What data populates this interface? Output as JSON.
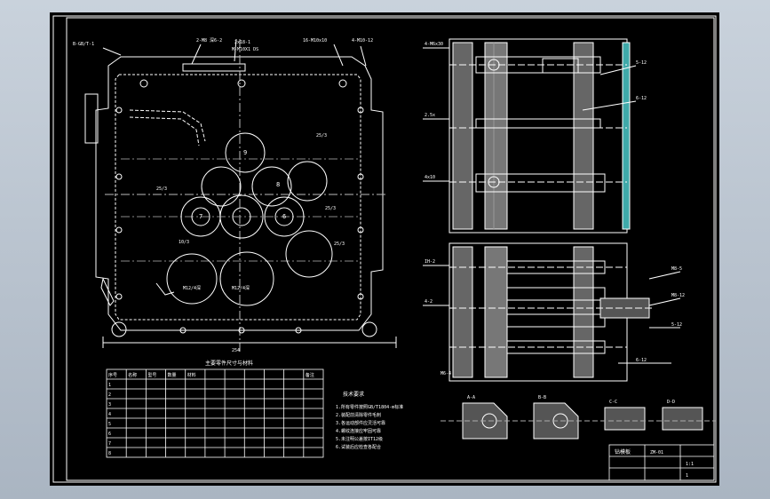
{
  "drawing": {
    "annotations": {
      "top_left_part": "B-GB/T-1",
      "top_mid1": "2-M8 深6-2",
      "top_mid2": "2x18-1",
      "top_mid3": "M-M10X1 DS",
      "top_right1": "16-M10x10",
      "top_right2": "4-M10-12",
      "label_9": "9",
      "label_8": "8",
      "label_7": "7",
      "label_6": "6",
      "label_25a": "25/3",
      "label_25b": "25/3",
      "label_25c": "25/3",
      "label_25d": "25/3",
      "label_10": "10/3",
      "label_m12a": "M12/4深",
      "label_m12b": "M12/4深",
      "dim_bottom": "254"
    },
    "section_labels": {
      "s1": "4-M6x30",
      "s2": "2.5x",
      "s3": "4x10",
      "s4": "IH-2",
      "s5": "4-2",
      "s6": "5-12",
      "s7": "6-12",
      "s8": "M8-5",
      "s9": "M8-12",
      "s10": "5-12",
      "s11": "6-12",
      "s12": "M6-4"
    },
    "parts_table": {
      "title": "主要零件尺寸与材料",
      "headers": [
        "序号",
        "名称",
        "型号",
        "数量",
        "材料",
        "",
        "",
        "",
        "",
        "",
        "备注"
      ],
      "rows": [
        [
          "1",
          "",
          "",
          "",
          "",
          "",
          "",
          "",
          "",
          "",
          ""
        ],
        [
          "2",
          "",
          "",
          "",
          "",
          "",
          "",
          "",
          "",
          "",
          ""
        ],
        [
          "3",
          "",
          "",
          "",
          "",
          "",
          "",
          "",
          "",
          "",
          ""
        ],
        [
          "4",
          "",
          "",
          "",
          "",
          "",
          "",
          "",
          "",
          "",
          ""
        ],
        [
          "5",
          "",
          "",
          "",
          "",
          "",
          "",
          "",
          "",
          "",
          ""
        ],
        [
          "6",
          "",
          "",
          "",
          "",
          "",
          "",
          "",
          "",
          "",
          ""
        ],
        [
          "7",
          "",
          "",
          "",
          "",
          "",
          "",
          "",
          "",
          "",
          ""
        ],
        [
          "8",
          "",
          "",
          "",
          "",
          "",
          "",
          "",
          "",
          "",
          ""
        ]
      ]
    },
    "tech_notes": {
      "title": "技术要求",
      "lines": [
        "1.所有零件按照GB/T1804-m标准",
        "2.装配前清除零件毛刺",
        "3.各运动部件应灵活可靠",
        "4.螺纹连接应牢固可靠",
        "5.未注明公差按IT12级",
        "6.试装后应检查各配合"
      ]
    },
    "detail_labels": {
      "d1": "A-A",
      "d2": "B-B",
      "d3": "C-C",
      "d4": "D-D"
    },
    "title_block": {
      "name": "钻模板",
      "drawing_no": "ZM-01",
      "scale": "1:1",
      "sheet": "1"
    }
  },
  "colors": {
    "sheet": "#000000",
    "line": "#ffffff",
    "hatch": "#9a9a9a",
    "accent_green": "#4ecb4e",
    "accent_cyan": "#3fa9a9"
  }
}
